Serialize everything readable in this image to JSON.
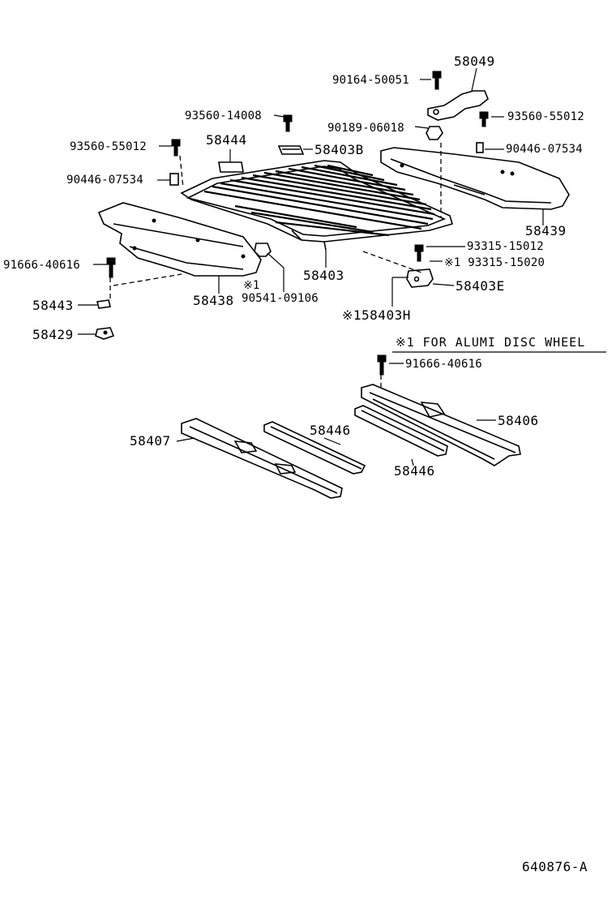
{
  "diagram": {
    "labels": {
      "p58049": "58049",
      "p90164_50051": "90164-50051",
      "p93560_14008": "93560-14008",
      "p93560_55012_right": "93560-55012",
      "p90189_06018": "90189-06018",
      "p93560_55012_left": "93560-55012",
      "p58444": "58444",
      "p58403B": "58403B",
      "p90446_07534_right": "90446-07534",
      "p90446_07534_left": "90446-07534",
      "p58439": "58439",
      "p93315_15012": "93315-15012",
      "p93315_15020": "※1 93315-15020",
      "p91666_40616_left": "91666-40616",
      "p58403": "58403",
      "p58403E": "58403E",
      "p90541_mark": "※1",
      "p90541_09106": "90541-09106",
      "p58443": "58443",
      "p58438": "58438",
      "p58403H": "※158403H",
      "p58429": "58429",
      "note": "※1 FOR ALUMI DISC WHEEL",
      "p91666_40616_right": "91666-40616",
      "p58406": "58406",
      "p58407": "58407",
      "p58446_upper": "58446",
      "p58446_lower": "58446",
      "figure_id": "640876-A"
    }
  }
}
